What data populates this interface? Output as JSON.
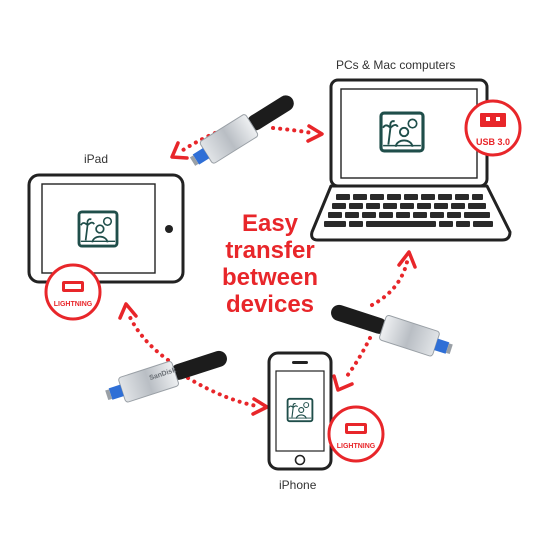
{
  "labels": {
    "ipad": "iPad",
    "mac": "PCs & Mac computers",
    "iphone": "iPhone"
  },
  "headline": [
    "Easy",
    "transfer",
    "between",
    "devices"
  ],
  "badges": {
    "usb": "USB 3.0",
    "lightning_ipad": "LIGHTNING",
    "lightning_iphone": "LIGHTNING"
  },
  "drive_brand": "SanDisk",
  "colors": {
    "accent": "#e8262a",
    "device_outline": "#222222",
    "screen_icon": "#1f4e4a",
    "drive_metal": "#c9cdd2",
    "drive_cap": "#1c1c1c"
  },
  "icons": [
    "photo-icon",
    "palm-tree-icon",
    "person-icon",
    "sun-icon",
    "usb-port-icon",
    "lightning-port-icon",
    "usb-drive-icon"
  ]
}
